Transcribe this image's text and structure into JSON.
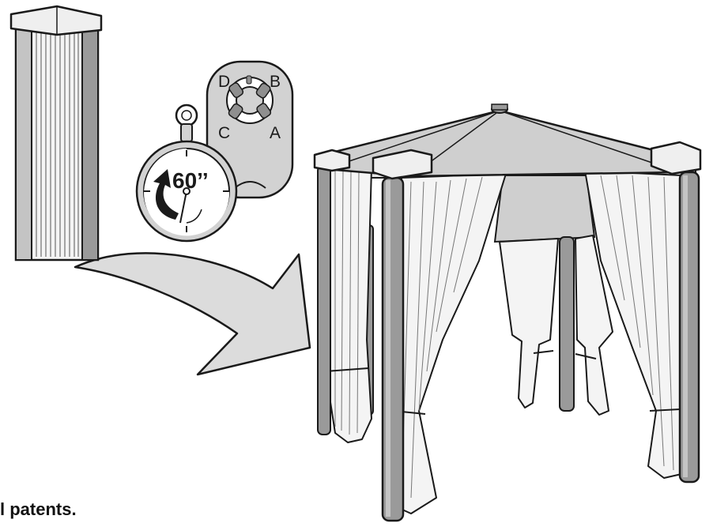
{
  "remote": {
    "buttons": {
      "a": "A",
      "b": "B",
      "c": "C",
      "d": "D"
    }
  },
  "timer": {
    "duration": "60’’"
  },
  "footer_text": "l patents.",
  "colors": {
    "outline": "#1a1a1a",
    "canopy": "#cfcfcf",
    "post": "#9a9a9a",
    "post_light": "#c4c4c4",
    "curtain": "#f4f4f4",
    "remote_body": "#d2d2d2",
    "remote_button": "#8f8f8f",
    "arrow": "#dcdcdc",
    "cap": "#efefef"
  }
}
